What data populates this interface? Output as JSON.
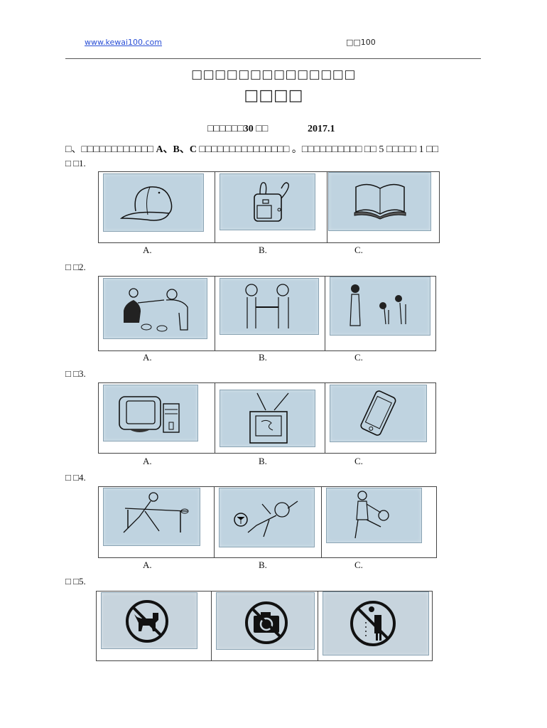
{
  "header": {
    "site_link": "www.kewai100.com",
    "site_name": "□□100"
  },
  "document": {
    "title": "□□□□□□□□□□□□□□",
    "subtitle": "□□□□",
    "meta_left": "□□□□□□30 □□",
    "meta_right": "2017.1",
    "instruction": {
      "prefix": "□、□□□□□□□□□□□□",
      "letters": "A、B、C",
      "middle": "□□□□□□□□□□□□□□□ 。□□□□□□□□□□",
      "count_text": "□□ 5 □□□□□ 1 □□"
    }
  },
  "questions": [
    {
      "label": "□ □1.",
      "options": [
        {
          "letter": "A.",
          "image": "baseball-cap"
        },
        {
          "letter": "B.",
          "image": "school-backpack"
        },
        {
          "letter": "C.",
          "image": "open-book"
        }
      ]
    },
    {
      "label": "□ □2.",
      "options": [
        {
          "letter": "A.",
          "image": "people-feeding-pets"
        },
        {
          "letter": "B.",
          "image": "two-people-shaking-hands"
        },
        {
          "letter": "C.",
          "image": "children-bowing-to-teacher"
        }
      ]
    },
    {
      "label": "□ □3.",
      "options": [
        {
          "letter": "A.",
          "image": "desktop-computer"
        },
        {
          "letter": "B.",
          "image": "television"
        },
        {
          "letter": "C.",
          "image": "smartphone"
        }
      ]
    },
    {
      "label": "□ □4.",
      "options": [
        {
          "letter": "A.",
          "image": "ping-pong-player"
        },
        {
          "letter": "B.",
          "image": "soccer-player-kicking"
        },
        {
          "letter": "C.",
          "image": "basketball-player-dribbling"
        }
      ]
    },
    {
      "label": "□ □5.",
      "options": [
        {
          "letter": "",
          "image": "no-dogs-sign"
        },
        {
          "letter": "",
          "image": "no-photography-sign"
        },
        {
          "letter": "",
          "image": "no-littering-sign"
        }
      ]
    }
  ],
  "colors": {
    "link": "#2a4fd6",
    "picture_bg": "#bfd3e0",
    "rule": "#555555"
  }
}
